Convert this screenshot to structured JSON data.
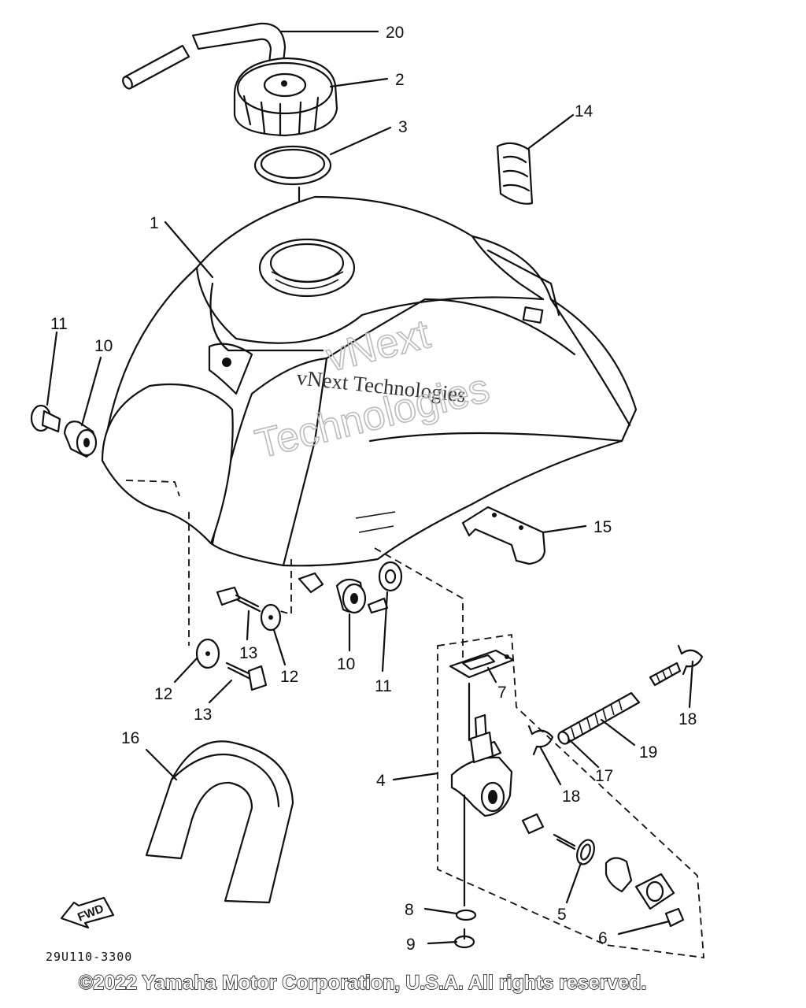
{
  "callouts": [
    {
      "id": "20",
      "label": "20"
    },
    {
      "id": "2",
      "label": "2"
    },
    {
      "id": "3",
      "label": "3"
    },
    {
      "id": "14",
      "label": "14"
    },
    {
      "id": "1",
      "label": "1"
    },
    {
      "id": "11a",
      "label": "11"
    },
    {
      "id": "10a",
      "label": "10"
    },
    {
      "id": "15",
      "label": "15"
    },
    {
      "id": "13a",
      "label": "13"
    },
    {
      "id": "12a",
      "label": "12"
    },
    {
      "id": "10b",
      "label": "10"
    },
    {
      "id": "11b",
      "label": "11"
    },
    {
      "id": "7",
      "label": "7"
    },
    {
      "id": "12b",
      "label": "12"
    },
    {
      "id": "13b",
      "label": "13"
    },
    {
      "id": "18a",
      "label": "18"
    },
    {
      "id": "19",
      "label": "19"
    },
    {
      "id": "16",
      "label": "16"
    },
    {
      "id": "4",
      "label": "4"
    },
    {
      "id": "18b",
      "label": "18"
    },
    {
      "id": "17",
      "label": "17"
    },
    {
      "id": "5",
      "label": "5"
    },
    {
      "id": "8",
      "label": "8"
    },
    {
      "id": "6",
      "label": "6"
    },
    {
      "id": "9",
      "label": "9"
    }
  ],
  "fwd_label": "FWD",
  "diagram_code": "29U110-3300",
  "watermark": {
    "line1": "vNext Technologies",
    "line2a": "vNext",
    "line2b": "Technologies"
  },
  "copyright": "©2022 Yamaha Motor Corporation, U.S.A. All rights reserved."
}
